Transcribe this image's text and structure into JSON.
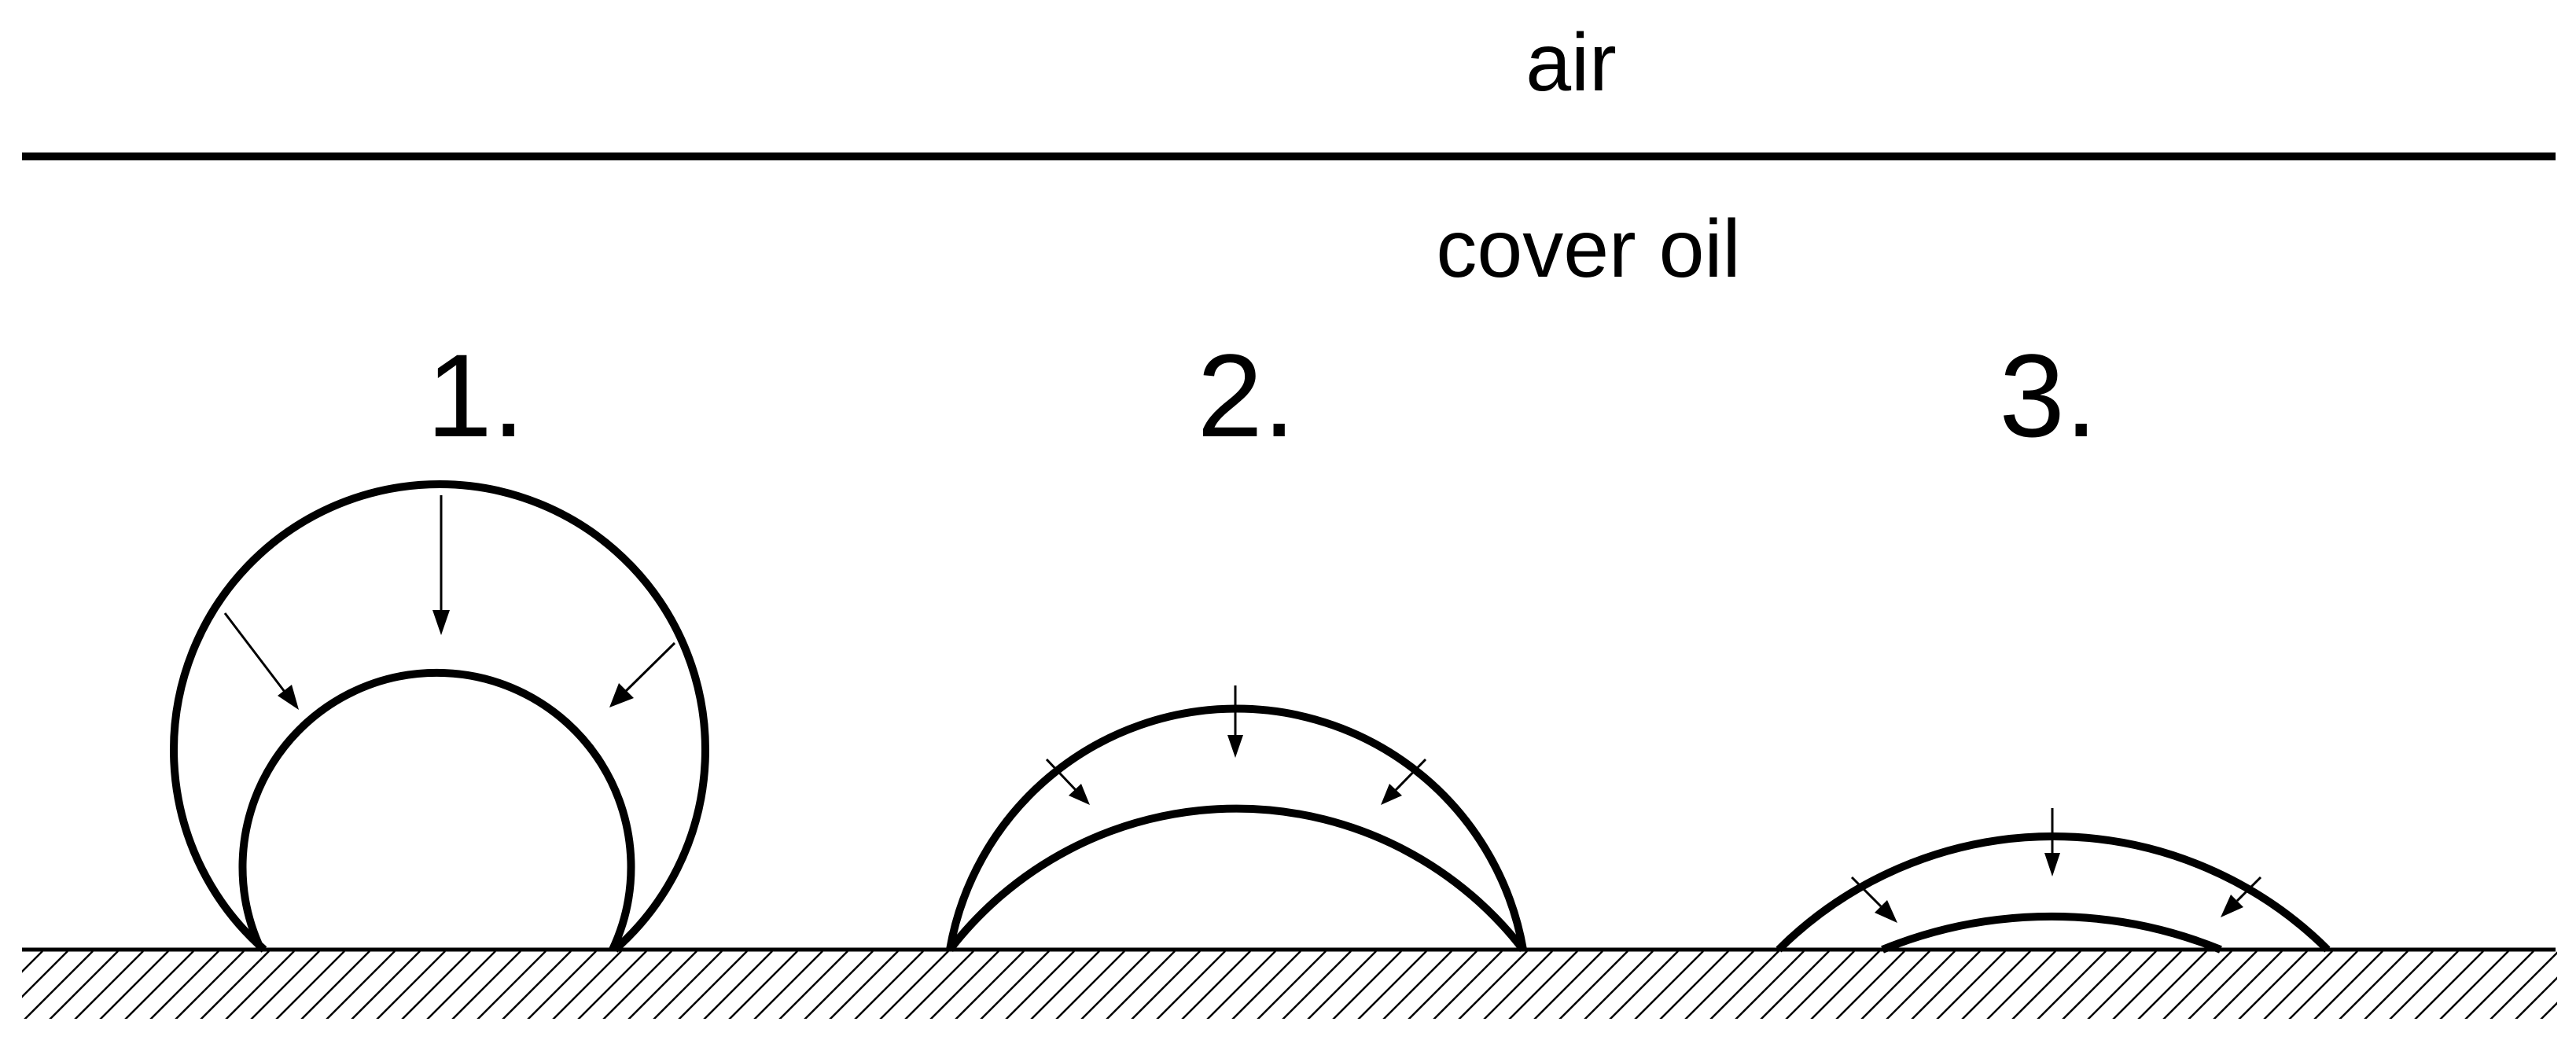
{
  "labels": {
    "top_medium": "air",
    "middle_medium": "cover oil"
  },
  "stages": [
    {
      "label": "1."
    },
    {
      "label": "2."
    },
    {
      "label": "3."
    }
  ],
  "colors": {
    "line": "#000000",
    "background": "#ffffff"
  }
}
